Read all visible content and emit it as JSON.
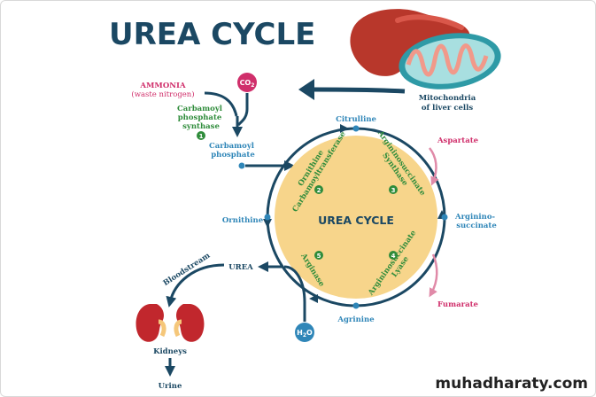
{
  "title": "UREA CYCLE",
  "center_label": "UREA CYCLE",
  "organ_label": "Mitochondria\nof liver cells",
  "inputs": {
    "ammonia": "AMMONIA",
    "ammonia_sub": "(waste nitrogen)",
    "co2": "CO2",
    "h2o": "H2O",
    "aspartate": "Aspartate",
    "fumarate": "Fumarate"
  },
  "metabolites": {
    "carbamoyl_phosphate": "Carbamoyl\nphosphate",
    "citrulline": "Citrulline",
    "argininosuccinate": "Arginino-\nsuccinate",
    "agrinine": "Agrinine",
    "ornithine": "Ornithine",
    "urea": "UREA"
  },
  "enzymes": [
    {
      "num": "1",
      "name": "Carbamoyl\nphosphate\nsynthase"
    },
    {
      "num": "2",
      "name": "Ornithine\nCarbamoyltransferase"
    },
    {
      "num": "3",
      "name": "Argininosuccinate\nSynthase"
    },
    {
      "num": "4",
      "name": "Argininosuccinate\nLyase"
    },
    {
      "num": "5",
      "name": "Arginase"
    }
  ],
  "excretion": {
    "bloodstream": "Bloodstream",
    "kidneys": "Kidneys",
    "urine": "Urine"
  },
  "watermark": "muhadharaty.com",
  "colors": {
    "navy": "#1b4863",
    "blue": "#2f86b8",
    "green": "#2f8c3b",
    "pink": "#d02f6b",
    "cycle_fill": "#f7d58b",
    "liver": "#b8372b"
  }
}
